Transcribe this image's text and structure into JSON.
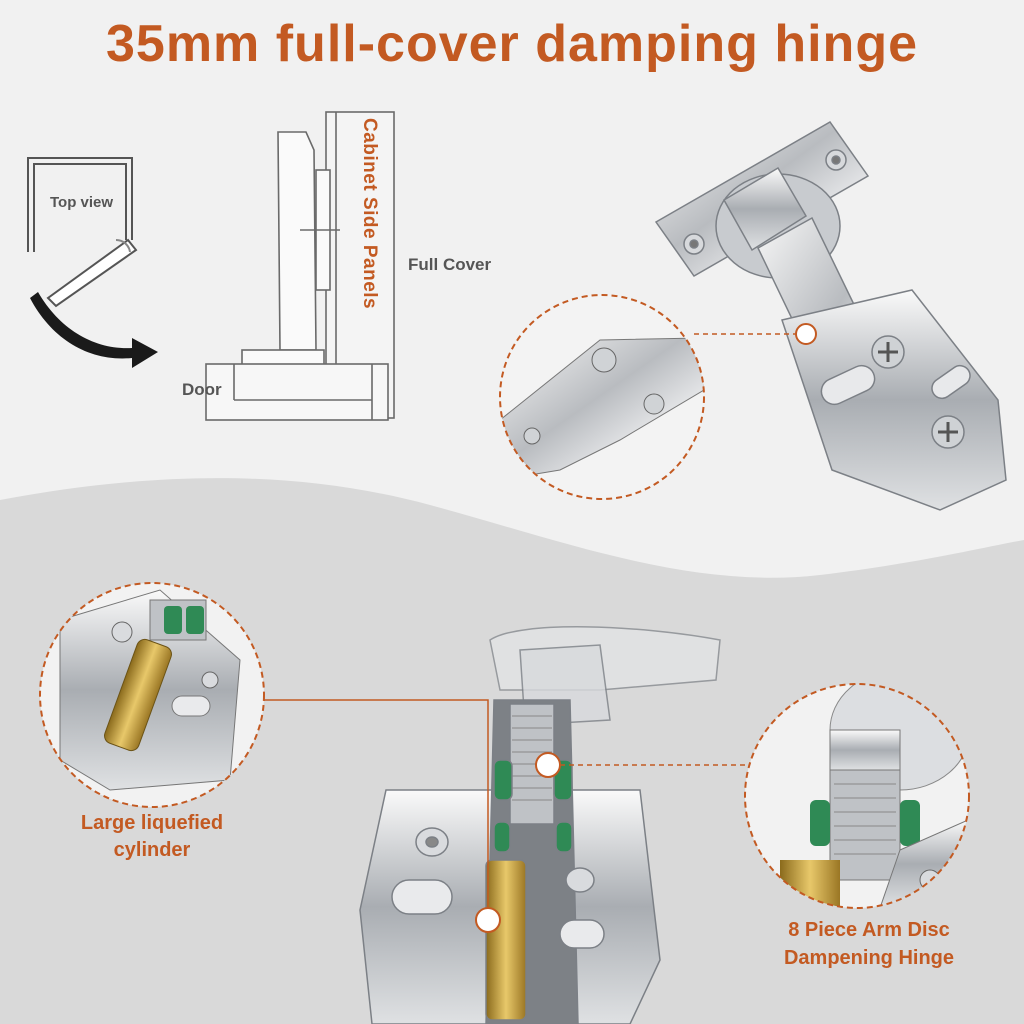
{
  "title": "35mm full-cover damping hinge",
  "diagram": {
    "top_view": "Top view",
    "side_panels": "Cabinet Side Panels",
    "full_cover": "Full Cover",
    "door": "Door"
  },
  "callouts": {
    "cylinder_line1": "Large liquefied",
    "cylinder_line2": "cylinder",
    "arm_line1": "8 Piece Arm Disc",
    "arm_line2": "Dampening Hinge"
  },
  "colors": {
    "accent": "#c35a22",
    "label_gray": "#555555",
    "background_top": "#f1f1f1",
    "background_bottom": "#d9d9d9"
  }
}
